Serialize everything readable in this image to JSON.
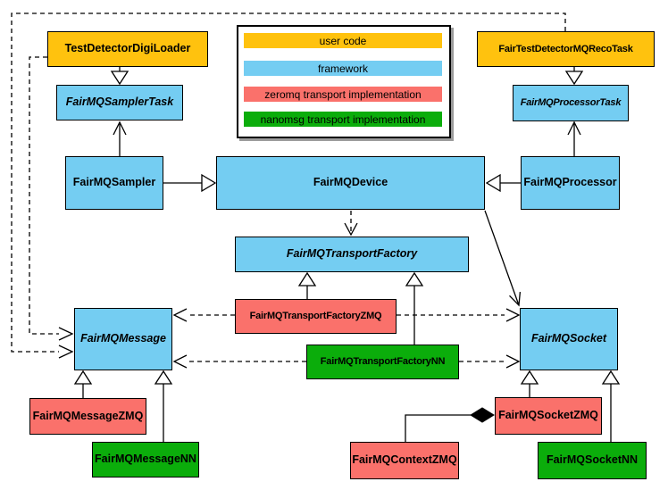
{
  "legend": {
    "items": [
      {
        "label": "user code",
        "color": "#FFC20E",
        "category": "user-code"
      },
      {
        "label": "framework",
        "color": "#74CDF2",
        "category": "framework"
      },
      {
        "label": "zeromq transport implementation",
        "color": "#FA716B",
        "category": "zeromq-implementation"
      },
      {
        "label": "nanomsg transport implementation",
        "color": "#0BAD0B",
        "category": "nanomsg-implementation"
      }
    ]
  },
  "nodes": {
    "tddl": {
      "label": "TestDetectorDigiLoader",
      "category": "user-code",
      "abstract": false
    },
    "recoTask": {
      "label": "FairTestDetectorMQRecoTask",
      "category": "user-code",
      "abstract": false
    },
    "samplerTask": {
      "label": "FairMQSamplerTask",
      "category": "framework",
      "abstract": true
    },
    "processorTask": {
      "label": "FairMQProcessorTask",
      "category": "framework",
      "abstract": true
    },
    "sampler": {
      "label": "FairMQSampler",
      "category": "framework",
      "abstract": false
    },
    "device": {
      "label": "FairMQDevice",
      "category": "framework",
      "abstract": false
    },
    "processor": {
      "label": "FairMQProcessor",
      "category": "framework",
      "abstract": false
    },
    "factory": {
      "label": "FairMQTransportFactory",
      "category": "framework",
      "abstract": true
    },
    "factoryZMQ": {
      "label": "FairMQTransportFactoryZMQ",
      "category": "zeromq-implementation",
      "abstract": false
    },
    "factoryNN": {
      "label": "FairMQTransportFactoryNN",
      "category": "nanomsg-implementation",
      "abstract": false
    },
    "message": {
      "label": "FairMQMessage",
      "category": "framework",
      "abstract": true
    },
    "socket": {
      "label": "FairMQSocket",
      "category": "framework",
      "abstract": true
    },
    "messageZMQ": {
      "label": "FairMQMessageZMQ",
      "category": "zeromq-implementation",
      "abstract": false
    },
    "messageNN": {
      "label": "FairMQMessageNN",
      "category": "nanomsg-implementation",
      "abstract": false
    },
    "socketZMQ": {
      "label": "FairMQSocketZMQ",
      "category": "zeromq-implementation",
      "abstract": false
    },
    "socketNN": {
      "label": "FairMQSocketNN",
      "category": "nanomsg-implementation",
      "abstract": false
    },
    "contextZMQ": {
      "label": "FairMQContextZMQ",
      "category": "zeromq-implementation",
      "abstract": false
    }
  },
  "edges": [
    {
      "from": "TestDetectorDigiLoader",
      "to": "FairMQSamplerTask",
      "type": "inheritance",
      "style": "solid"
    },
    {
      "from": "FairMQSampler",
      "to": "FairMQSamplerTask",
      "type": "association",
      "style": "solid"
    },
    {
      "from": "FairMQSampler",
      "to": "FairMQDevice",
      "type": "inheritance",
      "style": "solid"
    },
    {
      "from": "FairTestDetectorMQRecoTask",
      "to": "FairMQProcessorTask",
      "type": "inheritance",
      "style": "solid"
    },
    {
      "from": "FairMQProcessor",
      "to": "FairMQProcessorTask",
      "type": "association",
      "style": "solid"
    },
    {
      "from": "FairMQProcessor",
      "to": "FairMQDevice",
      "type": "inheritance",
      "style": "solid"
    },
    {
      "from": "FairMQDevice",
      "to": "FairMQTransportFactory",
      "type": "dependency",
      "style": "dashed"
    },
    {
      "from": "FairMQDevice",
      "to": "FairMQSocket",
      "type": "association",
      "style": "solid"
    },
    {
      "from": "FairMQTransportFactoryZMQ",
      "to": "FairMQTransportFactory",
      "type": "inheritance",
      "style": "solid"
    },
    {
      "from": "FairMQTransportFactoryNN",
      "to": "FairMQTransportFactory",
      "type": "inheritance",
      "style": "solid"
    },
    {
      "from": "FairMQTransportFactoryZMQ",
      "to": "FairMQMessage",
      "type": "dependency",
      "style": "dashed"
    },
    {
      "from": "FairMQTransportFactoryZMQ",
      "to": "FairMQSocket",
      "type": "dependency",
      "style": "dashed"
    },
    {
      "from": "FairMQTransportFactoryNN",
      "to": "FairMQMessage",
      "type": "dependency",
      "style": "dashed"
    },
    {
      "from": "FairMQTransportFactoryNN",
      "to": "FairMQSocket",
      "type": "dependency",
      "style": "dashed"
    },
    {
      "from": "TestDetectorDigiLoader",
      "to": "FairMQMessage",
      "type": "dependency",
      "style": "dashed"
    },
    {
      "from": "FairTestDetectorMQRecoTask",
      "to": "FairMQMessage",
      "type": "dependency",
      "style": "dashed"
    },
    {
      "from": "FairMQMessageZMQ",
      "to": "FairMQMessage",
      "type": "inheritance",
      "style": "solid"
    },
    {
      "from": "FairMQMessageNN",
      "to": "FairMQMessage",
      "type": "inheritance",
      "style": "solid"
    },
    {
      "from": "FairMQSocketZMQ",
      "to": "FairMQSocket",
      "type": "inheritance",
      "style": "solid"
    },
    {
      "from": "FairMQSocketNN",
      "to": "FairMQSocket",
      "type": "inheritance",
      "style": "solid"
    },
    {
      "from": "FairMQContextZMQ",
      "to": "FairMQSocketZMQ",
      "type": "composition",
      "style": "solid"
    }
  ],
  "colors": {
    "user_code": "#FFC20E",
    "framework": "#74CDF2",
    "zeromq": "#FA716B",
    "nanomsg": "#0BAD0B",
    "line": "#000000",
    "background": "#FFFFFF"
  }
}
